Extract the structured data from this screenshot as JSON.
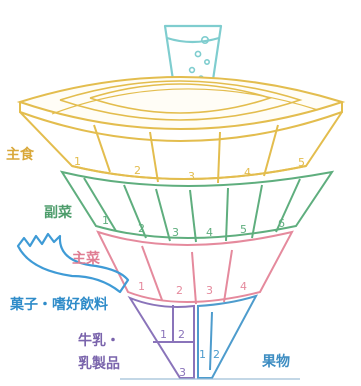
{
  "colors": {
    "staple": "#e3bd4e",
    "side": "#5fae7e",
    "main": "#e58a9d",
    "snacks": "#3f9bd6",
    "milk": "#8a74ba",
    "fruit": "#4e9ccd",
    "water": "#7fcdcf"
  },
  "icons": {
    "water_glass": "drinking-glass-icon"
  },
  "tiers": {
    "staple": {
      "label": "主食",
      "servings": [
        "1",
        "2",
        "3",
        "4",
        "5"
      ]
    },
    "side": {
      "label": "副菜",
      "servings": [
        "1",
        "2",
        "3",
        "4",
        "5",
        "6"
      ]
    },
    "main": {
      "label": "主菜",
      "servings": [
        "1",
        "2",
        "3",
        "4"
      ]
    },
    "snacks": {
      "label": "菓子・嗜好飲料"
    },
    "milk": {
      "label_line1": "牛乳・",
      "label_line2": "乳製品",
      "servings": [
        "1",
        "2"
      ]
    },
    "fruit": {
      "label": "果物",
      "servings": [
        "1",
        "2"
      ]
    },
    "axis": {
      "servings": [
        "3"
      ]
    }
  }
}
